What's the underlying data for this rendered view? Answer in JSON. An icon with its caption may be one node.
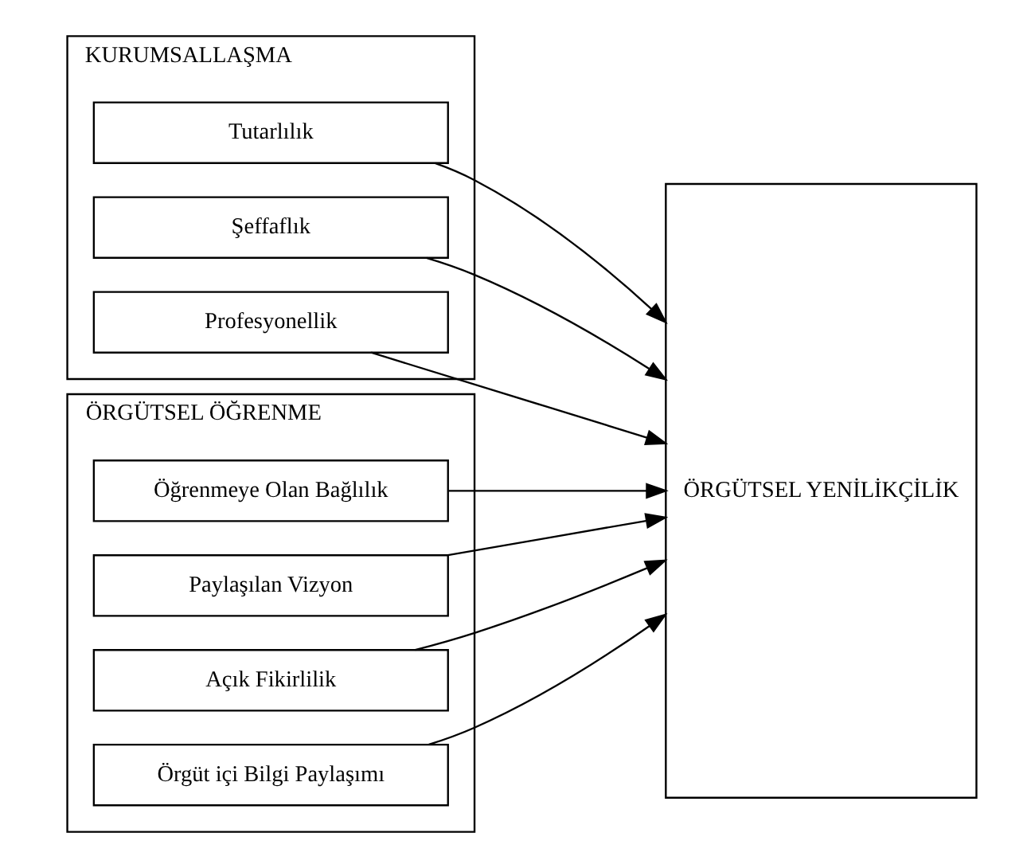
{
  "diagram": {
    "nodes": [
      {
        "text": [
          "KURUMSALLAŞMA"
        ]
      },
      {
        "text": [
          "Tutarlılık"
        ],
        "in": 0
      },
      {
        "text": [
          "Şeffaflık"
        ],
        "in": 0
      },
      {
        "text": [
          "Profesyonellik"
        ],
        "in": 0
      },
      {
        "text": [
          "ÖRGÜTSEL ÖĞRENME"
        ]
      },
      {
        "text": [
          "Öğrenmeye Olan Bağlılık"
        ],
        "in": 4
      },
      {
        "text": [
          "Paylaşılan Vizyon"
        ],
        "in": 4
      },
      {
        "text": [
          "Açık Fikirlilik"
        ],
        "in": 4
      },
      {
        "text": [
          "Örgüt içi Bilgi Paylaşımı"
        ],
        "in": 4
      },
      {
        "text": [
          "ÖRGÜTSEL YENİLİKÇİLİK"
        ]
      }
    ],
    "edges": [
      {
        "from": 1,
        "to": 9,
        "arrow": "to"
      },
      {
        "from": 2,
        "to": 9,
        "arrow": "to"
      },
      {
        "from": 3,
        "to": 9,
        "arrow": "to"
      },
      {
        "from": 5,
        "to": 9,
        "arrow": "to"
      },
      {
        "from": 6,
        "to": 9,
        "arrow": "to"
      },
      {
        "from": 7,
        "to": 9,
        "arrow": "to"
      },
      {
        "from": 8,
        "to": 9,
        "arrow": "to"
      }
    ]
  }
}
